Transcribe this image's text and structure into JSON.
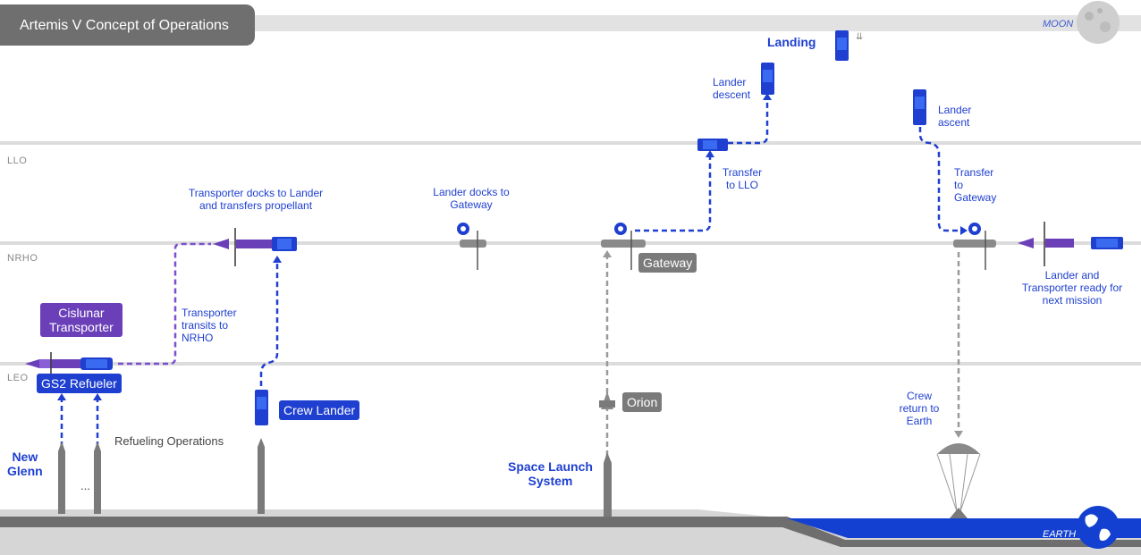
{
  "title": "Artemis V Concept of Operations",
  "orbits": {
    "moon": "MOON",
    "llo": "LLO",
    "nrho": "NRHO",
    "leo": "LEO",
    "earth": "EARTH"
  },
  "tags": {
    "cislunar_transporter": "Cislunar\nTransporter",
    "gs2_refueler": "GS2 Refueler",
    "crew_lander": "Crew Lander",
    "orion": "Orion",
    "gateway": "Gateway"
  },
  "headings": {
    "landing": "Landing",
    "new_glenn": "New\nGlenn",
    "sls": "Space Launch\nSystem"
  },
  "labels": {
    "refueling_operations": "Refueling Operations",
    "ellipsis": "...",
    "transporter_transits": "Transporter\ntransits to\nNRHO",
    "transporter_docks": "Transporter docks to Lander\nand transfers propellant",
    "lander_docks": "Lander docks to\nGateway",
    "transfer_to_llo": "Transfer\nto LLO",
    "lander_descent": "Lander\ndescent",
    "lander_ascent": "Lander\nascent",
    "transfer_to_gateway": "Transfer\nto\nGateway",
    "crew_return": "Crew\nreturn to\nEarth",
    "ready_next": "Lander and\nTransporter ready for\nnext mission"
  },
  "colors": {
    "blue": "#1e3fd0",
    "purple": "#6a3fb8",
    "grey": "#7a7a7a",
    "ocean": "#1340d0"
  }
}
